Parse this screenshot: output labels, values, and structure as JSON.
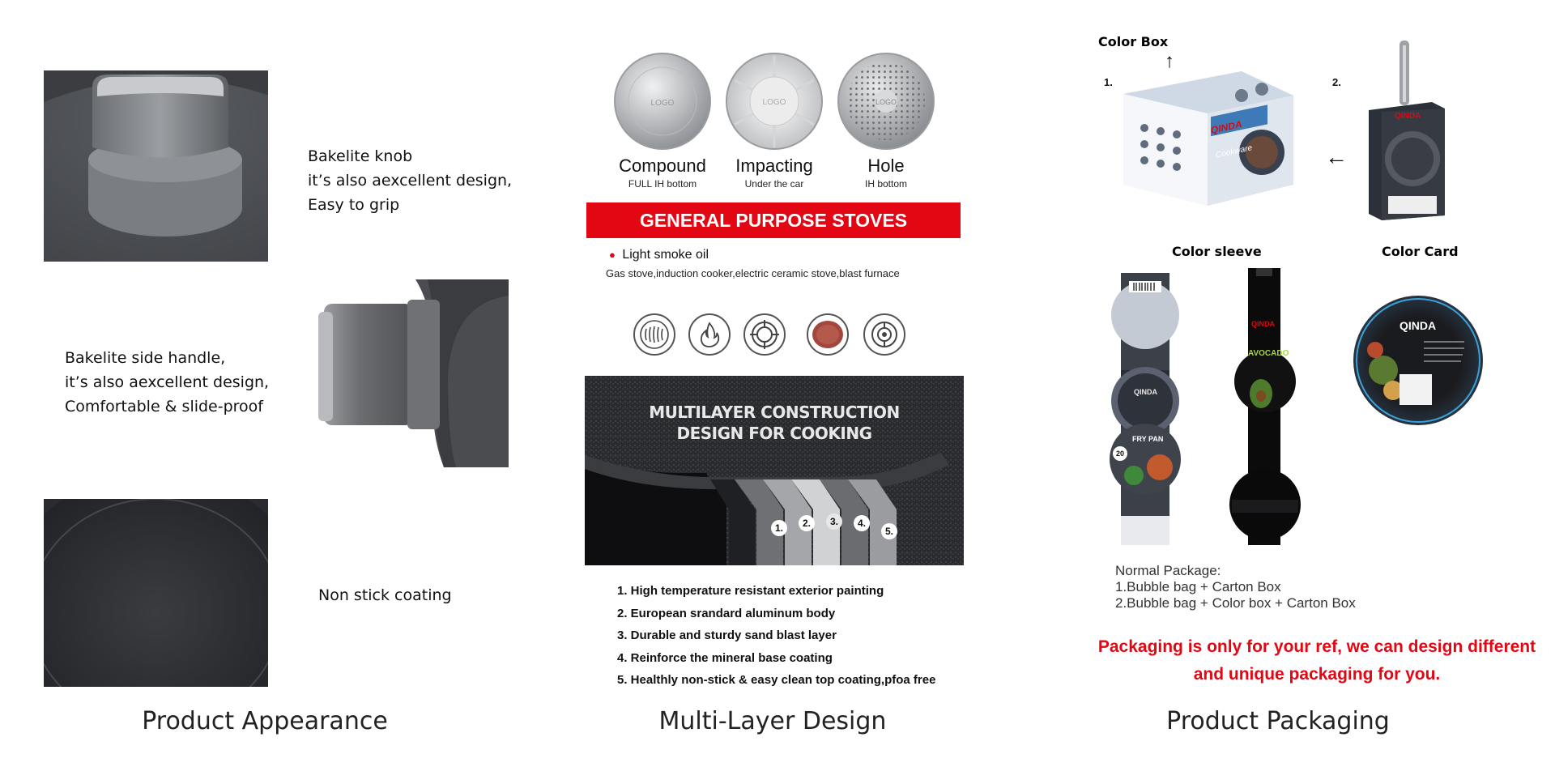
{
  "captions": {
    "appearance": "Product Appearance",
    "multilayer": "Multi-Layer Design",
    "packaging": "Product Packaging"
  },
  "appearance": {
    "knob_text": "Bakelite knob\nit’s also aexcellent design,\nEasy to grip",
    "handle_text": "Bakelite side handle,\nit’s also aexcellent design,\nComfortable & slide-proof",
    "coating_text": "Non stick coating"
  },
  "bottoms": [
    {
      "name": "Compound",
      "sub": "FULL IH bottom",
      "logo": "LOGO"
    },
    {
      "name": "Impacting",
      "sub": "Under the car",
      "logo": "LOGO"
    },
    {
      "name": "Hole",
      "sub": "IH bottom",
      "logo": "LOGO"
    }
  ],
  "banner": "GENERAL PURPOSE STOVES",
  "oil_note": "Light smoke oil",
  "stove_list": "Gas stove,induction cooker,electric ceramic stove,blast furnace",
  "stove_icons": [
    "induction-coil-icon",
    "flame-icon",
    "gas-burner-icon",
    "ceramic-plate-icon",
    "hotplate-icon"
  ],
  "construction_title": [
    "MULTILAYER CONSTRUCTION",
    "DESIGN FOR COOKING"
  ],
  "layer_numbers": [
    "1.",
    "2.",
    "3.",
    "4.",
    "5."
  ],
  "layers": [
    "1. High temperature resistant exterior painting",
    "2. European srandard aluminum body",
    "3. Durable and sturdy sand blast layer",
    "4. Reinforce the mineral base coating",
    "5. Healthly non-stick & easy clean top coating,pfoa free"
  ],
  "packaging": {
    "color_box": "Color Box",
    "num1": "1.",
    "num2": "2.",
    "color_sleeve": "Color sleeve",
    "color_card": "Color Card",
    "brand": "QINDA",
    "box_side": "Cookware",
    "fry_pan": "FRY PAN",
    "avocado": "AVOCADO",
    "size": "20",
    "normal_title": "Normal Package:",
    "normal_1": "1.Bubble bag + Carton Box",
    "normal_2": "2.Bubble bag + Color box + Carton Box",
    "red_note": "Packaging is only for your ref, we can design different and unique packaging for you."
  }
}
